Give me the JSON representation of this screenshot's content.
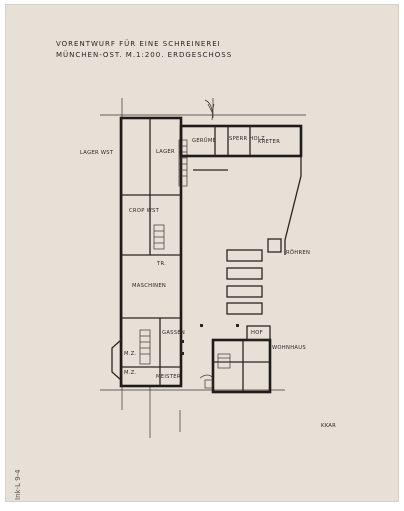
{
  "title": {
    "line1": "VORENTWURF FÜR EINE SCHREINEREI",
    "line2": "MÜNCHEN-OST. M.1:200. ERDGESCHOSS"
  },
  "rooms": {
    "lager_west": "LAGER WST",
    "lager": "LAGER",
    "gerume": "GERÜME",
    "sperr_holz": "SPERR HOLZ",
    "kreter": "KRETER",
    "crop_wst": "CROP WST",
    "maschinen": "MASCHINEN",
    "gassen": "GASSEN",
    "mz": "M.Z.",
    "mz2": "M.Z.",
    "meister": "MEISTER",
    "wohnhaus": "WOHNHAUS",
    "rohren": "RÖHREN",
    "tr": "TR.",
    "hof": "HOF"
  },
  "signature": "KKAR",
  "margin_note": "Ink-L 9-4",
  "colors": {
    "paper": "#e6e0d6",
    "ink": "#2a2522"
  }
}
